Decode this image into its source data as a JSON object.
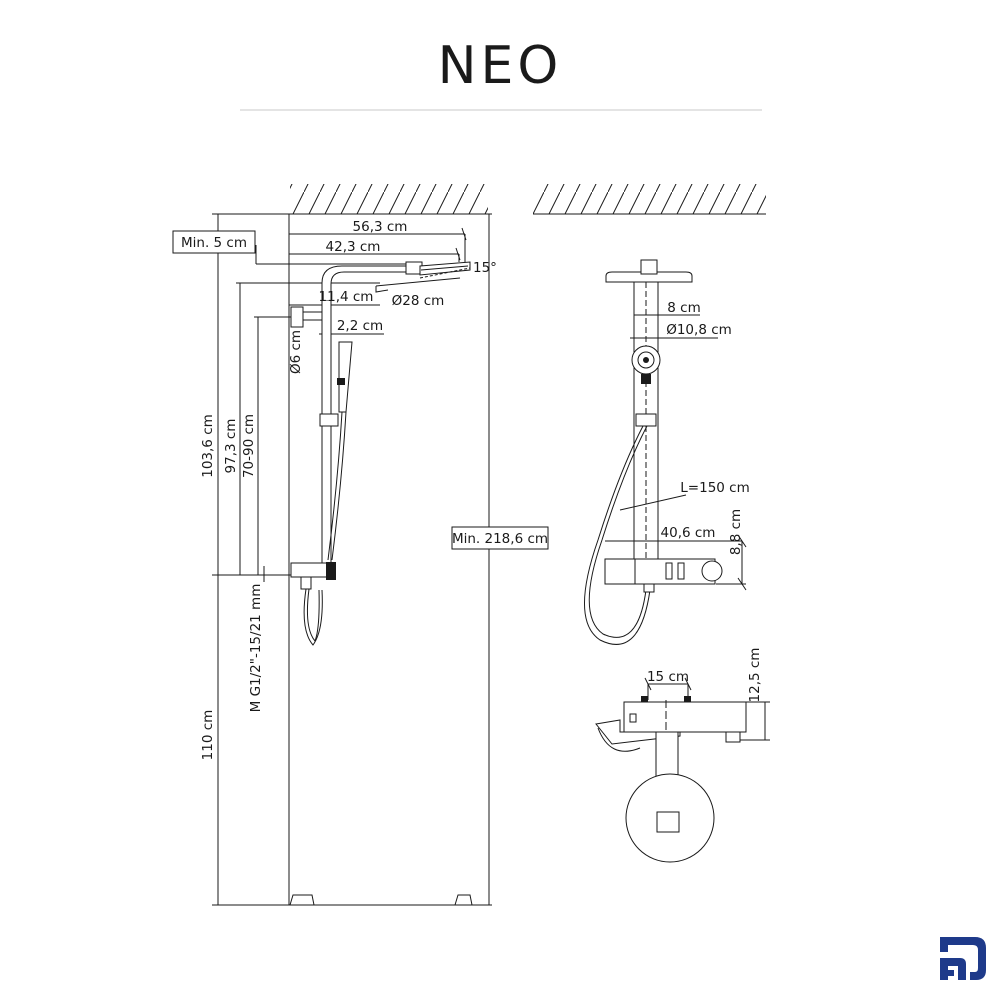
{
  "title": "NEO",
  "labels": {
    "overall_width": "56,3 cm",
    "arm_length": "42,3 cm",
    "min_ceiling": "Min. 5 cm",
    "tilt": "15°",
    "wall_offset": "11,4 cm",
    "head_diameter": "Ø28 cm",
    "pipe_offset": "2,2 cm",
    "bracket_diameter": "Ø6 cm",
    "height_total": "103,6 cm",
    "height_arm": "97,3 cm",
    "height_range": "70-90 cm",
    "thread": "M G1/2\"-15/21 mm",
    "floor_height": "110 cm",
    "min_room": "Min. 218,6 cm",
    "side_width": "8 cm",
    "hand_diameter": "Ø10,8 cm",
    "hose_length": "L=150 cm",
    "mixer_width": "40,6 cm",
    "mixer_height": "8,8 cm",
    "top_spacing": "15 cm",
    "top_depth": "12,5 cm"
  },
  "colors": {
    "ink": "#1a1a1a",
    "brand": "#1e3a8a"
  },
  "icons": {
    "brand_logo": "brand-logo-icon"
  }
}
